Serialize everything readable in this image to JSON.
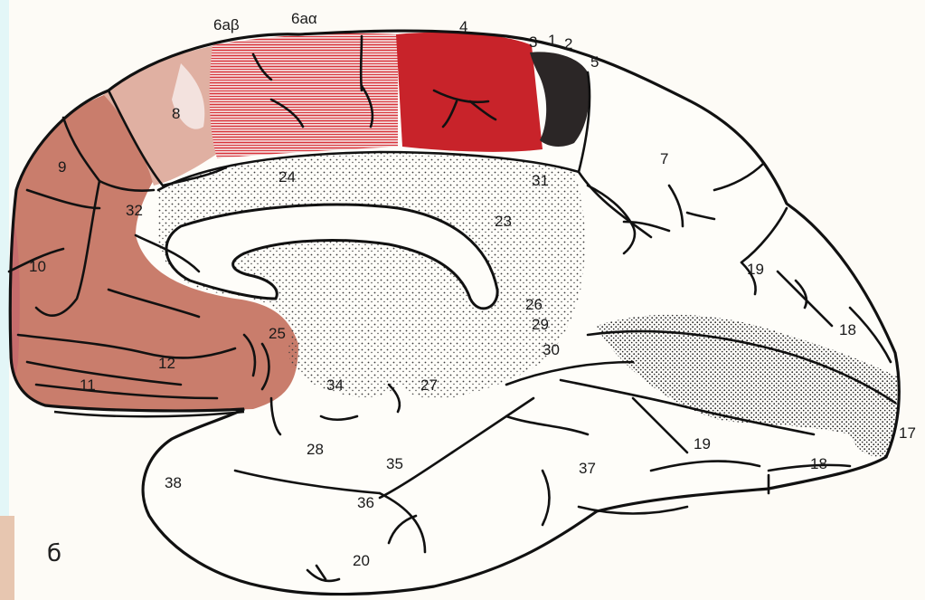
{
  "figure": {
    "corner_label": "б",
    "area_labels": [
      {
        "id": "a6ab",
        "text": "6аβ"
      },
      {
        "id": "a6aa",
        "text": "6аα"
      },
      {
        "id": "a4",
        "text": "4"
      },
      {
        "id": "a3",
        "text": "3"
      },
      {
        "id": "a1",
        "text": "1"
      },
      {
        "id": "a2",
        "text": "2"
      },
      {
        "id": "a5",
        "text": "5"
      },
      {
        "id": "a8",
        "text": "8"
      },
      {
        "id": "a9",
        "text": "9"
      },
      {
        "id": "a7",
        "text": "7"
      },
      {
        "id": "a24",
        "text": "24"
      },
      {
        "id": "a31",
        "text": "31"
      },
      {
        "id": "a32",
        "text": "32"
      },
      {
        "id": "a23",
        "text": "23"
      },
      {
        "id": "a10",
        "text": "10"
      },
      {
        "id": "a19a",
        "text": "19"
      },
      {
        "id": "a26",
        "text": "26"
      },
      {
        "id": "a29",
        "text": "29"
      },
      {
        "id": "a18a",
        "text": "18"
      },
      {
        "id": "a25",
        "text": "25"
      },
      {
        "id": "a30",
        "text": "30"
      },
      {
        "id": "a12",
        "text": "12"
      },
      {
        "id": "a34",
        "text": "34"
      },
      {
        "id": "a27",
        "text": "27"
      },
      {
        "id": "a11",
        "text": "11"
      },
      {
        "id": "a17",
        "text": "17"
      },
      {
        "id": "a28",
        "text": "28"
      },
      {
        "id": "a19b",
        "text": "19"
      },
      {
        "id": "a35",
        "text": "35"
      },
      {
        "id": "a37",
        "text": "37"
      },
      {
        "id": "a18b",
        "text": "18"
      },
      {
        "id": "a38",
        "text": "38"
      },
      {
        "id": "a36",
        "text": "36"
      },
      {
        "id": "a20",
        "text": "20"
      }
    ],
    "colors": {
      "prefrontal": "#c97d6c",
      "prefrontal_light": "#dba999",
      "motor_red": "#c8232a",
      "hatch_red": "#d8333a",
      "somatosensory_dark": "#2b2626",
      "stipple": "#3a3a3a",
      "outline": "#111111",
      "background": "#fdfbf6"
    }
  }
}
